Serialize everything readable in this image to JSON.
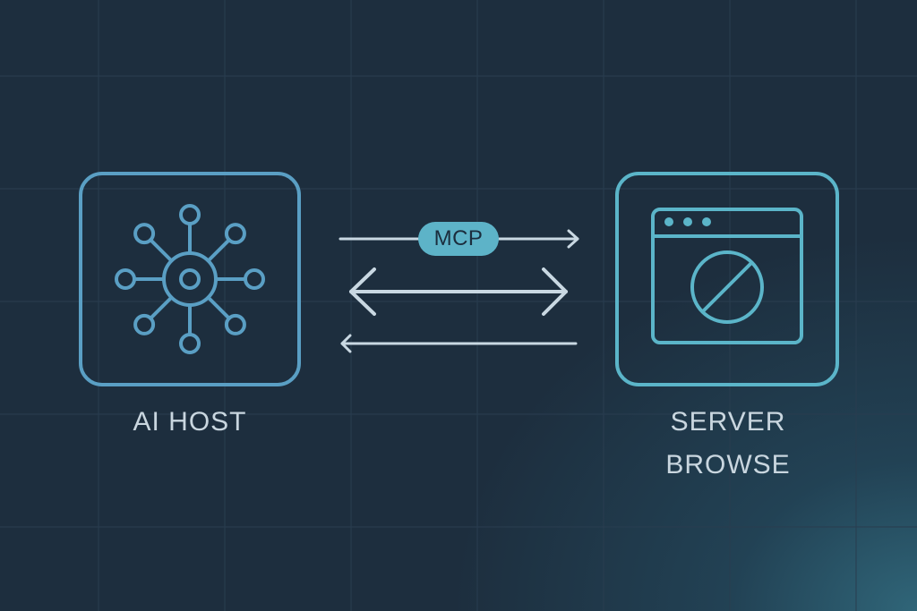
{
  "diagram": {
    "type": "architecture",
    "colors": {
      "background": "#1d2e3e",
      "grid": "#2a3e50",
      "host_accent": "#5a9fc4",
      "server_accent": "#5bb5c9",
      "arrow": "#c9d8e2",
      "pill_fill": "#5db3c8",
      "pill_text": "#1b2d3d",
      "label_text": "#c9d6df"
    },
    "nodes": [
      {
        "id": "host",
        "label": "AI HOST",
        "icon": "network-hub-icon"
      },
      {
        "id": "server",
        "label_lines": [
          "SERVER",
          "BROWSE"
        ],
        "icon": "browser-blocked-icon"
      }
    ],
    "edges": [
      {
        "from": "host",
        "to": "server",
        "direction": "right",
        "label": "MCP"
      },
      {
        "from": "host",
        "to": "server",
        "direction": "both",
        "label": ""
      },
      {
        "from": "server",
        "to": "host",
        "direction": "left",
        "label": ""
      }
    ]
  }
}
